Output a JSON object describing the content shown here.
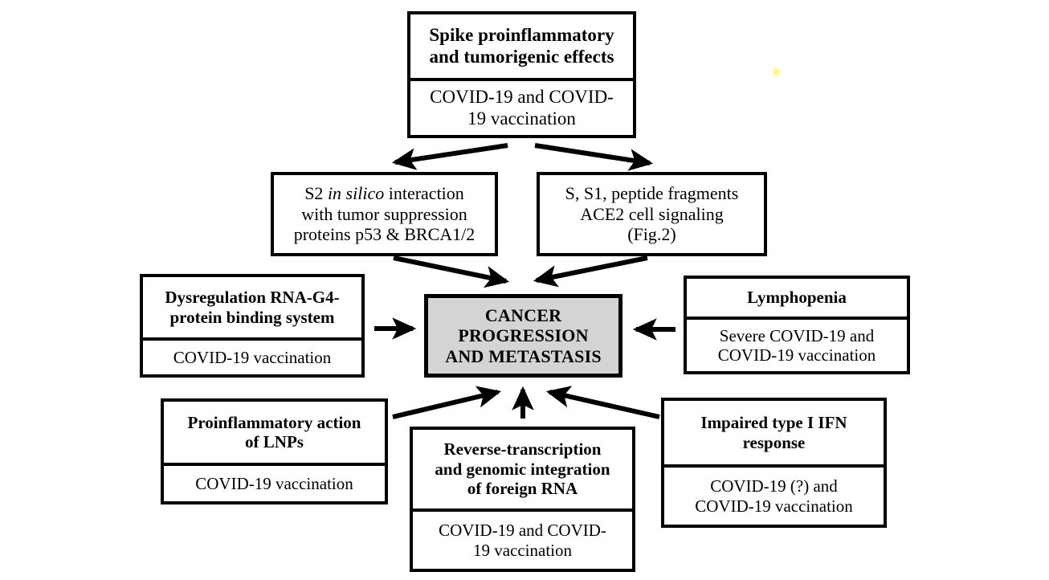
{
  "diagram": {
    "title_box": {
      "heading": "Spike proinflammatory and tumorigenic effects",
      "heading_line1": "Spike proinflammatory",
      "heading_line2": "and tumorigenic effects",
      "context_line1": "COVID-19 and COVID-",
      "context_line2": "19 vaccination"
    },
    "mechanism_left": {
      "line1_pre": "S2 ",
      "line1_italic": "in silico",
      "line1_post": " interaction",
      "line2": "with tumor suppression",
      "line3": "proteins p53 & BRCA1/2"
    },
    "mechanism_right": {
      "line1": "S, S1, peptide fragments",
      "line2": "ACE2 cell signaling",
      "line3": "(Fig.2)"
    },
    "center": {
      "line1": "CANCER",
      "line2": "PROGRESSION",
      "line3": "AND METASTASIS",
      "fill_color": "#d4d4d4"
    },
    "left_box": {
      "heading_line1": "Dysregulation RNA-G4-",
      "heading_line2": "protein binding system",
      "context": "COVID-19 vaccination"
    },
    "right_box": {
      "heading": "Lymphopenia",
      "context_line1": "Severe COVID-19 and",
      "context_line2": "COVID-19 vaccination"
    },
    "bottom_left_box": {
      "heading_line1": "Proinflammatory action",
      "heading_line2": "of LNPs",
      "context": "COVID-19 vaccination"
    },
    "bottom_center_box": {
      "heading_line1": "Reverse-transcription",
      "heading_line2": "and genomic integration",
      "heading_line3": "of foreign RNA",
      "context_line1": "COVID-19 and COVID-",
      "context_line2": "19 vaccination"
    },
    "bottom_right_box": {
      "heading_line1": "Impaired type I IFN",
      "heading_line2": "response",
      "context_line1": "COVID-19 (?) and",
      "context_line2": "COVID-19 vaccination"
    },
    "connectors": [
      {
        "name": "spike-to-s2",
        "from": "title_box",
        "to": "mechanism_left"
      },
      {
        "name": "spike-to-ace2",
        "from": "title_box",
        "to": "mechanism_right"
      },
      {
        "name": "s2-to-center",
        "from": "mechanism_left",
        "to": "center"
      },
      {
        "name": "ace2-to-center",
        "from": "mechanism_right",
        "to": "center"
      },
      {
        "name": "dysregulation-to-center",
        "from": "left_box",
        "to": "center"
      },
      {
        "name": "lymphopenia-to-center",
        "from": "right_box",
        "to": "center"
      },
      {
        "name": "lnp-to-center",
        "from": "bottom_left_box",
        "to": "center"
      },
      {
        "name": "reverse-transcription-to-center",
        "from": "bottom_center_box",
        "to": "center"
      },
      {
        "name": "ifn-to-center",
        "from": "bottom_right_box",
        "to": "center"
      }
    ]
  }
}
